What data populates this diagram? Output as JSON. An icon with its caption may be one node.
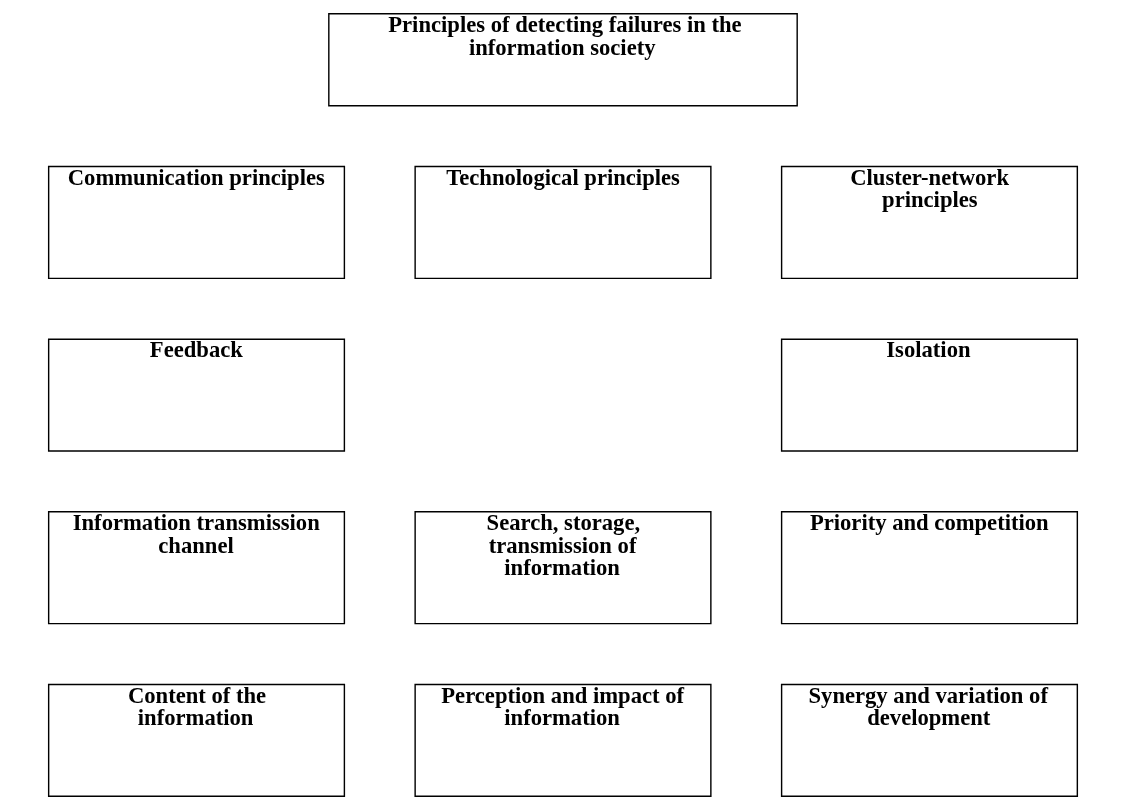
{
  "diagram": {
    "nodes": [
      {
        "text": [
          "Principles of detecting failures in the information society"
        ]
      },
      {
        "text": [
          "Communication principles"
        ]
      },
      {
        "text": [
          "Technological principles"
        ]
      },
      {
        "text": [
          "Cluster-network principles"
        ]
      },
      {
        "text": [
          "Feedback"
        ]
      },
      {
        "text": [
          "Isolation"
        ]
      },
      {
        "text": [
          "Information transmission channel"
        ]
      },
      {
        "text": [
          "Search, storage, transmission of information"
        ]
      },
      {
        "text": [
          "Priority and competition"
        ]
      },
      {
        "text": [
          "Content of the information"
        ]
      },
      {
        "text": [
          "Perception and impact of information"
        ]
      },
      {
        "text": [
          "Synergy and variation of development"
        ]
      }
    ]
  }
}
